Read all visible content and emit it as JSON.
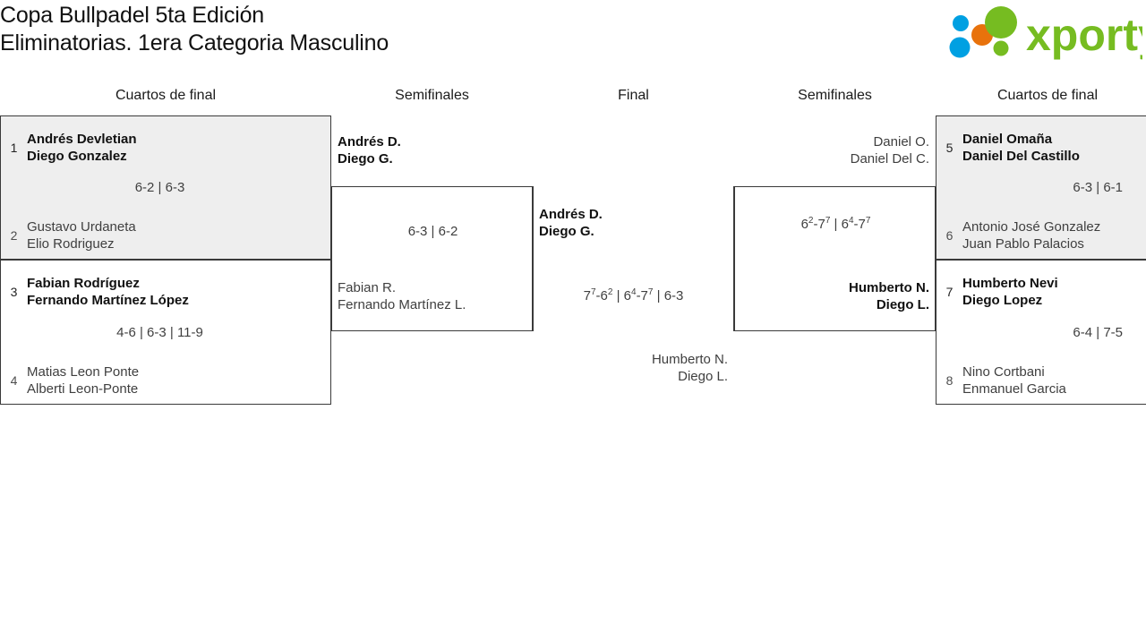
{
  "header": {
    "title_line1": "Copa Bullpadel 5ta Edición",
    "title_line2": "Eliminatorias. 1era Categoria Masculino",
    "logo": {
      "wordmark": "xporty",
      "colors": {
        "green": "#76bc21",
        "orange": "#e8720c",
        "blue": "#00a0e2"
      }
    }
  },
  "rounds": [
    {
      "id": "qf-left",
      "label": "Cuartos de final"
    },
    {
      "id": "sf-left",
      "label": "Semifinales"
    },
    {
      "id": "final",
      "label": "Final"
    },
    {
      "id": "sf-right",
      "label": "Semifinales"
    },
    {
      "id": "qf-right",
      "label": "Cuartos de final"
    }
  ],
  "matches": {
    "qf1": {
      "score": "6-2 | 6-3",
      "top": {
        "seed": "1",
        "player1": "Andrés Devletian",
        "player2": "Diego Gonzalez",
        "winner": true
      },
      "bottom": {
        "seed": "2",
        "player1": "Gustavo Urdaneta",
        "player2": "Elio Rodriguez",
        "winner": false
      }
    },
    "qf2": {
      "score": "4-6 | 6-3 | 11-9",
      "top": {
        "seed": "3",
        "player1": "Fabian Rodríguez",
        "player2": "Fernando Martínez López",
        "winner": true
      },
      "bottom": {
        "seed": "4",
        "player1": "Matias Leon Ponte",
        "player2": "Alberti Leon-Ponte",
        "winner": false
      }
    },
    "qf3": {
      "score": "6-3 | 6-1",
      "top": {
        "seed": "5",
        "player1": "Daniel Omaña",
        "player2": "Daniel Del Castillo",
        "winner": true
      },
      "bottom": {
        "seed": "6",
        "player1": "Antonio José Gonzalez",
        "player2": "Juan Pablo Palacios",
        "winner": false
      }
    },
    "qf4": {
      "score": "6-4 | 7-5",
      "top": {
        "seed": "7",
        "player1": "Humberto Nevi",
        "player2": "Diego Lopez",
        "winner": true
      },
      "bottom": {
        "seed": "8",
        "player1": "Nino Cortbani",
        "player2": "Enmanuel Garcia",
        "winner": false
      }
    },
    "sf1": {
      "score": "6-3 | 6-2",
      "top": {
        "player1": "Andrés D.",
        "player2": "Diego G.",
        "winner": true
      },
      "bottom": {
        "player1": "Fabian R.",
        "player2": "Fernando Martínez L.",
        "winner": false
      }
    },
    "sf2": {
      "score_html": "6<sup>2</sup>-7<sup>7</sup> | 6<sup>4</sup>-7<sup>7</sup>",
      "score_text": "6(2)-7(7) | 6(4)-7(7)",
      "top": {
        "player1": "Daniel O.",
        "player2": "Daniel Del C.",
        "winner": false
      },
      "bottom": {
        "player1": "Humberto N.",
        "player2": "Diego L.",
        "winner": true
      }
    },
    "final": {
      "score_html": "7<sup>7</sup>-6<sup>2</sup> | 6<sup>4</sup>-7<sup>7</sup> | 6-3",
      "score_text": "7(7)-6(2) | 6(4)-7(7) | 6-3",
      "top": {
        "player1": "Andrés D.",
        "player2": "Diego G.",
        "winner": true
      },
      "bottom": {
        "player1": "Humberto N.",
        "player2": "Diego L.",
        "winner": false
      }
    }
  }
}
